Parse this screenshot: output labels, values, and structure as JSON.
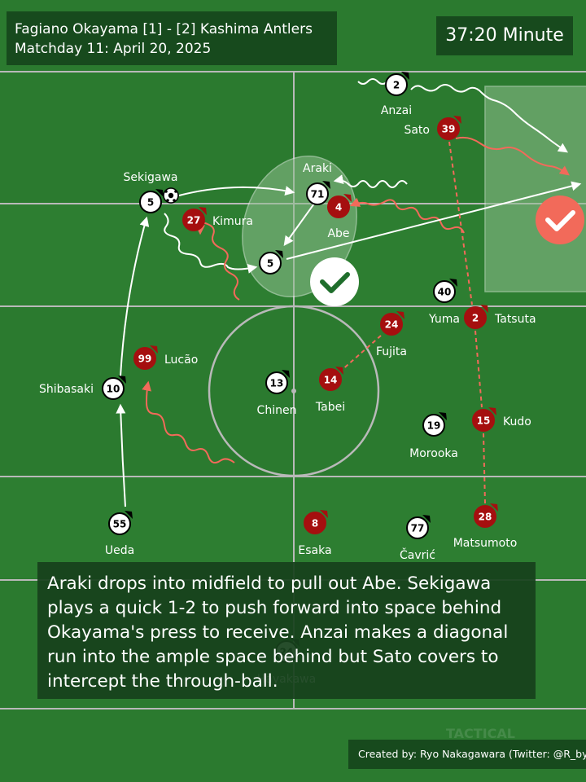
{
  "header": {
    "match_line": "Fagiano Okayama [1] - [2] Kashima Antlers",
    "matchday_line": "Matchday 11: April 20, 2025"
  },
  "clock": {
    "label": "37:20 Minute"
  },
  "description": "Araki drops into midfield to pull out Abe. Sekigawa plays a quick 1-2 to push forward into space behind Okayama's press to receive. Anzai makes a diagonal run into the ample space behind but Sato covers to intercept the through-ball.",
  "credit": "Created by: Ryo Nakagawara (Twitter: @R_by_Ryo)",
  "watermark": "TACTICAL",
  "colors": {
    "pitch": "#2b7a2f",
    "kashima_fill": "#ffffff",
    "okayama_fill": "#a50f0f",
    "okayama_arrow": "#f26a5a",
    "highlight_zone": "#8fbf8f"
  },
  "players": {
    "kashima": [
      {
        "id": "anzai",
        "number": "2",
        "name": "Anzai"
      },
      {
        "id": "araki",
        "number": "71",
        "name": "Araki"
      },
      {
        "id": "sekigawa",
        "number": "5",
        "name": "Sekigawa"
      },
      {
        "id": "sekigawa-next",
        "number": "5",
        "name": ""
      },
      {
        "id": "yuma",
        "number": "40",
        "name": "Yuma"
      },
      {
        "id": "shibasaki",
        "number": "10",
        "name": "Shibasaki"
      },
      {
        "id": "chinen",
        "number": "13",
        "name": "Chinen"
      },
      {
        "id": "morooka",
        "number": "19",
        "name": "Morooka"
      },
      {
        "id": "ueda",
        "number": "55",
        "name": "Ueda"
      },
      {
        "id": "cavric",
        "number": "77",
        "name": "Čavrić"
      },
      {
        "id": "hayakawa",
        "number": "24",
        "name": "Hayakawa"
      }
    ],
    "okayama": [
      {
        "id": "sato",
        "number": "39",
        "name": "Sato"
      },
      {
        "id": "abe",
        "number": "4",
        "name": "Abe"
      },
      {
        "id": "kimura",
        "number": "27",
        "name": "Kimura"
      },
      {
        "id": "tatsuta",
        "number": "2",
        "name": "Tatsuta"
      },
      {
        "id": "fujita",
        "number": "24",
        "name": "Fujita"
      },
      {
        "id": "lucao",
        "number": "99",
        "name": "Lucão"
      },
      {
        "id": "tabei",
        "number": "14",
        "name": "Tabei"
      },
      {
        "id": "kudo",
        "number": "15",
        "name": "Kudo"
      },
      {
        "id": "esaka",
        "number": "8",
        "name": "Esaka"
      },
      {
        "id": "matsumoto",
        "number": "28",
        "name": "Matsumoto"
      }
    ]
  }
}
